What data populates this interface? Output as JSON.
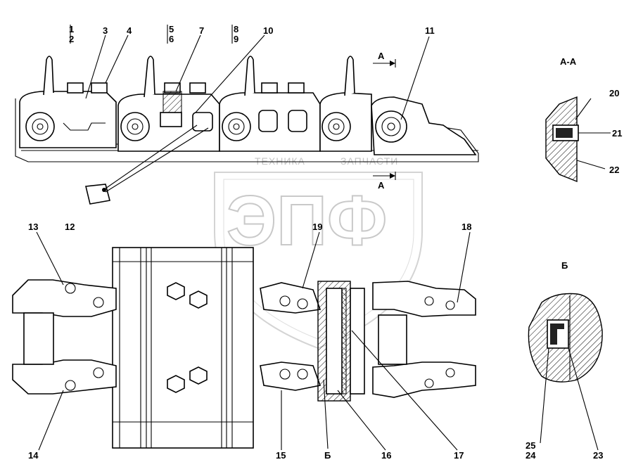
{
  "watermark": {
    "brand_top": "ТЕХНИКА",
    "brand_right": "ЗАПЧАСТИ",
    "logo": "ЭПФ"
  },
  "section_marks": {
    "aa_title": "А-А",
    "b_title": "Б",
    "arrow_top": "A",
    "arrow_bottom": "A"
  },
  "callouts_top": [
    "1",
    "2",
    "3",
    "4",
    "5",
    "6",
    "7",
    "8",
    "9",
    "10",
    "11",
    "12"
  ],
  "callouts_bottom": [
    "13",
    "14",
    "15",
    "16",
    "17",
    "18",
    "19",
    "Б"
  ],
  "callouts_aa": [
    "20",
    "21",
    "22"
  ],
  "callouts_b": [
    "23",
    "24",
    "25"
  ]
}
